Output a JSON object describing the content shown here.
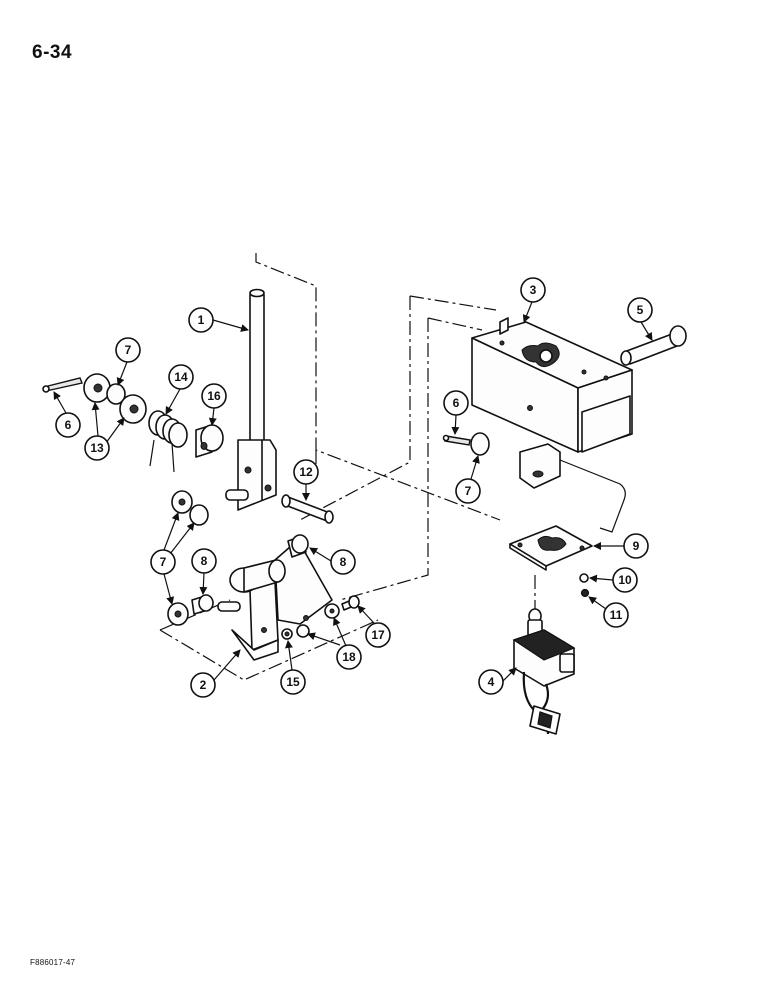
{
  "page_number": "6-34",
  "figure_code": "F886017-47",
  "callouts": [
    "1",
    "7",
    "14",
    "16",
    "6",
    "13",
    "12",
    "7",
    "8",
    "8",
    "17",
    "18",
    "15",
    "2",
    "3",
    "5",
    "6",
    "7",
    "9",
    "10",
    "11",
    "4"
  ]
}
